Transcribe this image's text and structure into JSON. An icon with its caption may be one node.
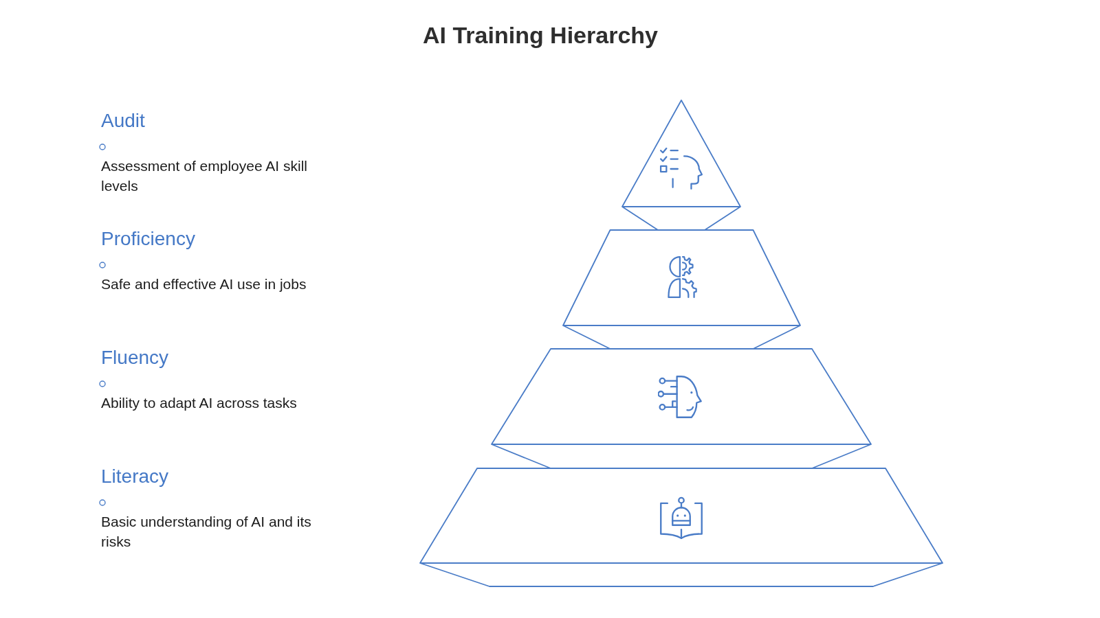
{
  "diagram": {
    "title": "AI Training Hierarchy",
    "nodes": [
      {
        "text": [],
        "shape": "triangle",
        "beside": [
          "Audit",
          "Assessment of employee AI skill levels"
        ]
      },
      {
        "text": [],
        "shape": "trapezoid",
        "beside": [
          "Proficiency",
          "Safe and effective AI use in jobs"
        ]
      },
      {
        "text": [],
        "shape": "trapezoid",
        "beside": [
          "Fluency",
          "Ability to adapt AI across tasks"
        ]
      },
      {
        "text": [],
        "shape": "trapezoid",
        "beside": [
          "Literacy",
          "Basic understanding of AI and its risks"
        ]
      }
    ]
  }
}
